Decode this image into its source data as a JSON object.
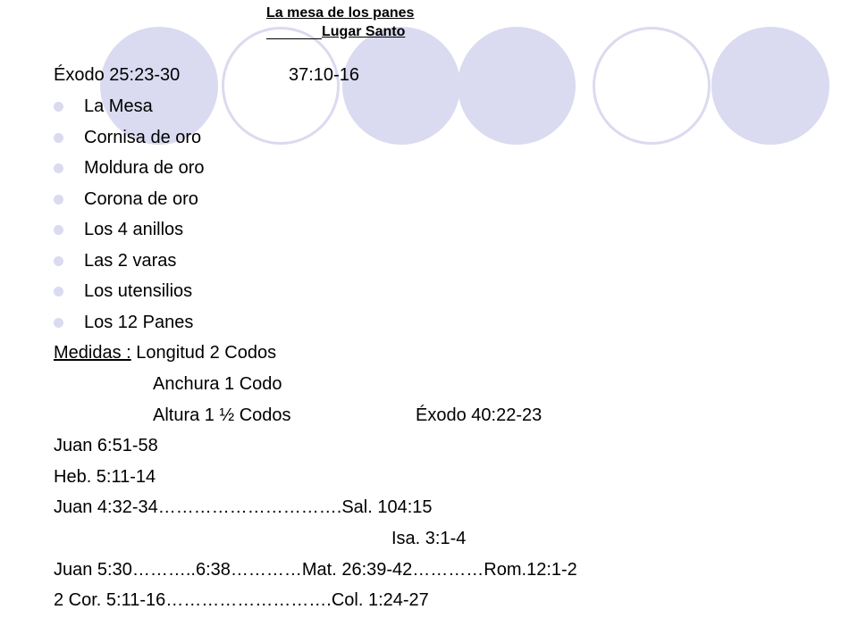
{
  "slide": {
    "title_line1": "La mesa de los panes",
    "title_line2": "Lugar Santo",
    "ref_line": {
      "left": "Éxodo 25:23-30",
      "right": "37:10-16"
    },
    "bullets": [
      "La Mesa",
      "Cornisa de oro",
      "Moldura de oro",
      "Corona de oro",
      "Los 4 anillos",
      "Las 2 varas",
      "Los utensilios",
      "Los 12 Panes"
    ],
    "medidas_label": "Medidas :",
    "medidas_longitud": "Longitud 2 Codos",
    "anchura": "Anchura 1 Codo",
    "altura": "Altura 1 ½ Codos",
    "altura_ref": "Éxodo 40:22-23",
    "juan6": "Juan 6:51-58",
    "heb5": "Heb. 5:11-14",
    "juan4": "Juan 4:32-34………………………….Sal. 104:15",
    "isa3": "Isa. 3:1-4",
    "juan5": "Juan 5:30………..6:38…………Mat. 26:39-42…………Rom.12:1-2",
    "cor2": "2 Cor. 5:11-16……………………….Col. 1:24-27"
  },
  "colors": {
    "circle": "#dadaf0",
    "text": "#000000",
    "background": "#ffffff"
  }
}
